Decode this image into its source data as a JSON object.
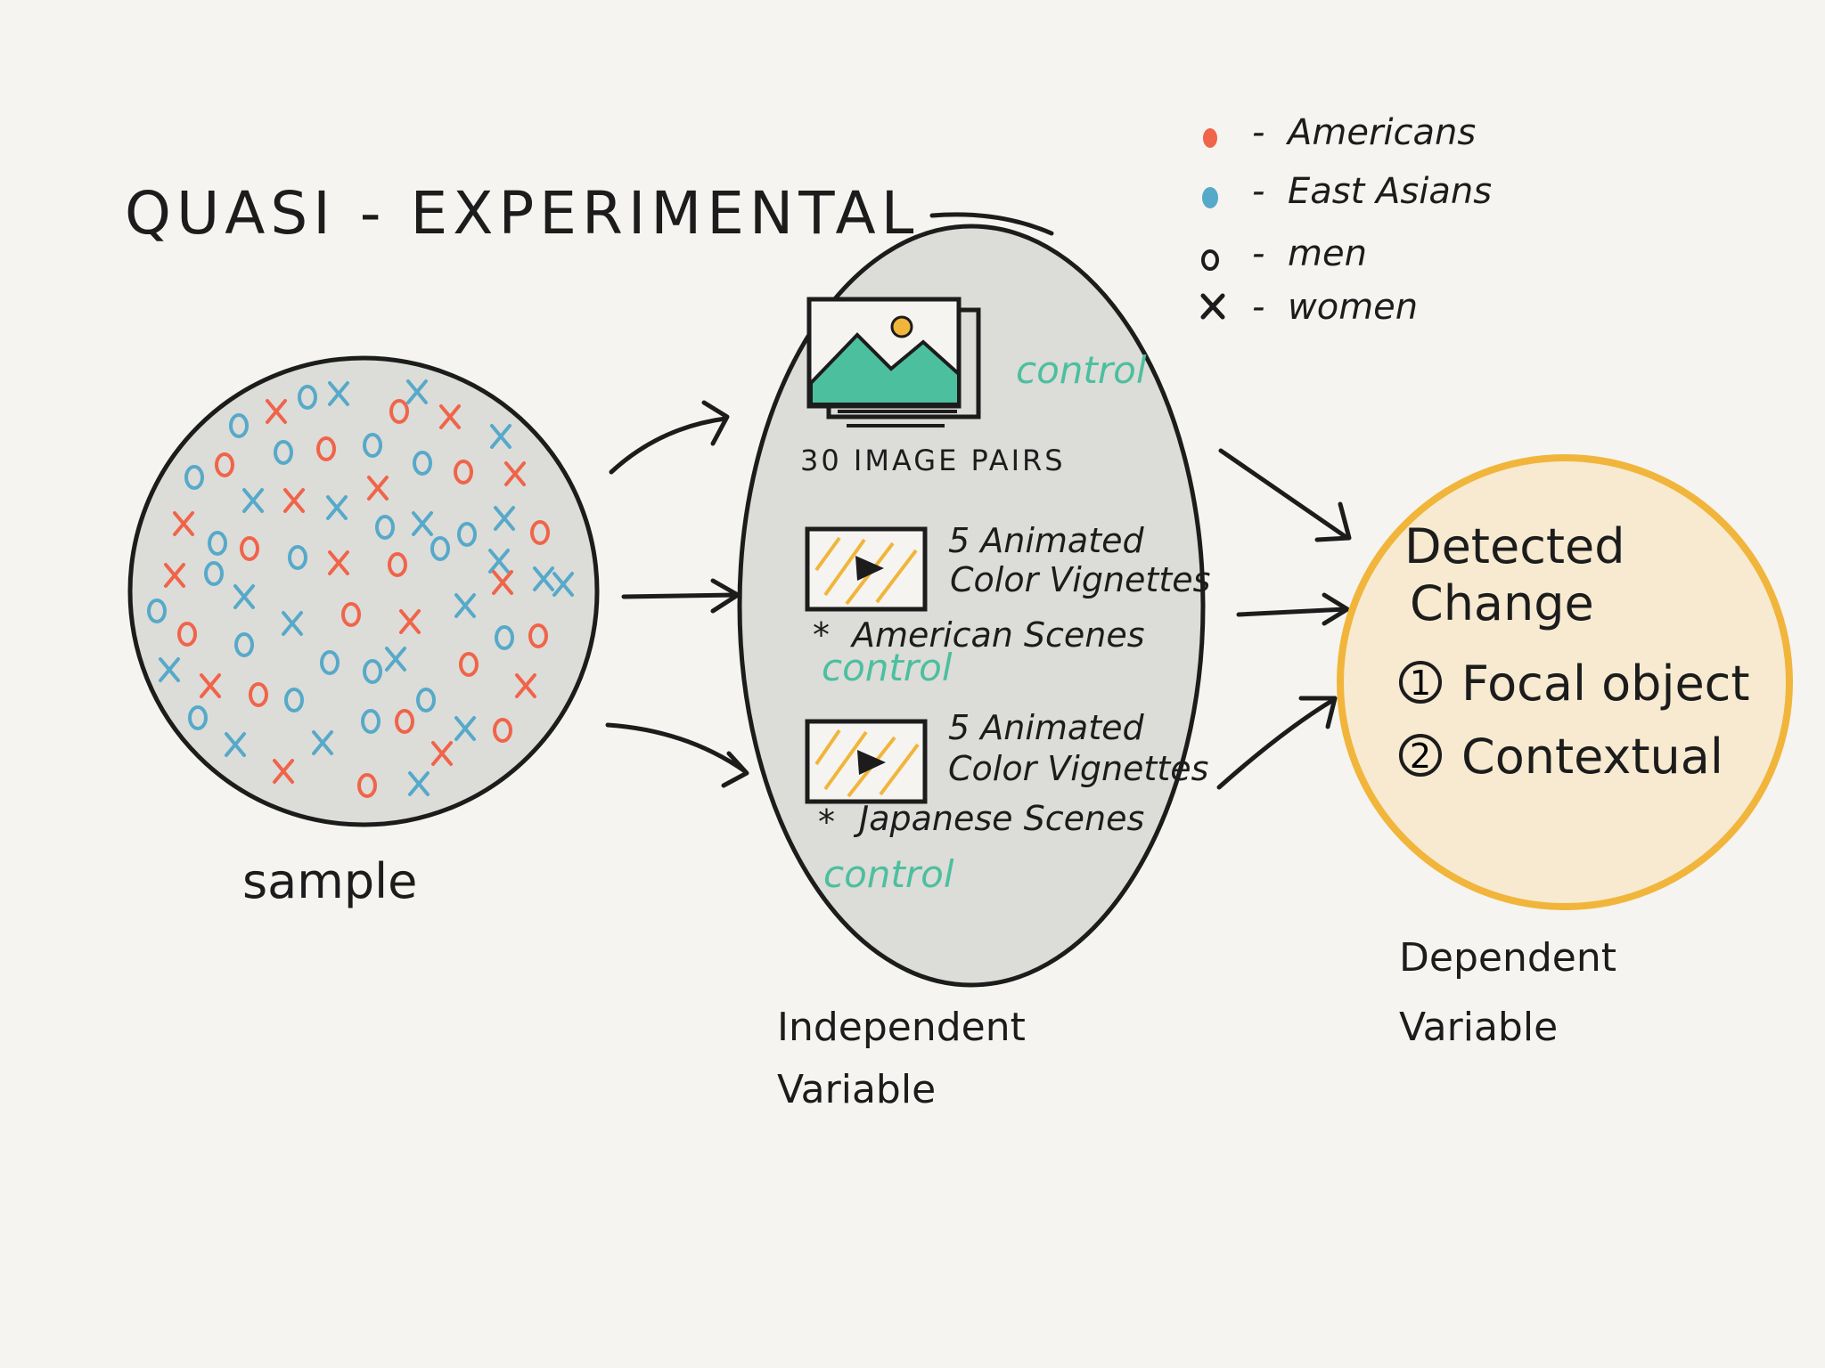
{
  "title": "QUASI - EXPERIMENTAL",
  "colors": {
    "background": "#f5f4f0",
    "americans": "#f0644a",
    "east_asians": "#57a9c9",
    "control": "#4cbf9f",
    "independent_fill": "#dcdcd8",
    "dependent_fill": "#f7ead0",
    "dependent_stroke": "#f1b53b",
    "ink": "#1c1c1c"
  },
  "legend": {
    "items": [
      {
        "symbol": "orange-dot",
        "label": "Americans"
      },
      {
        "symbol": "blue-dot",
        "label": "East Asians"
      },
      {
        "symbol": "o",
        "label": "men"
      },
      {
        "symbol": "x",
        "label": "women"
      }
    ],
    "separator": "-"
  },
  "sample": {
    "label": "sample"
  },
  "independent": {
    "label_line1": "Independent",
    "label_line2": "Variable",
    "block1": {
      "text": "30 IMAGE PAIRS",
      "control": "control"
    },
    "block2": {
      "line1": "5 Animated",
      "line2": "Color Vignettes",
      "bullet": "American Scenes",
      "control": "control"
    },
    "block3": {
      "line1": "5 Animated",
      "line2": "Color Vignettes",
      "bullet": "Japanese Scenes",
      "control": "control"
    }
  },
  "dependent": {
    "line1": "Detected",
    "line2": "Change",
    "items": [
      {
        "num": "1",
        "label": "Focal object"
      },
      {
        "num": "2",
        "label": "Contextual"
      }
    ],
    "label_line1": "Dependent",
    "label_line2": "Variable"
  },
  "marker": "*"
}
